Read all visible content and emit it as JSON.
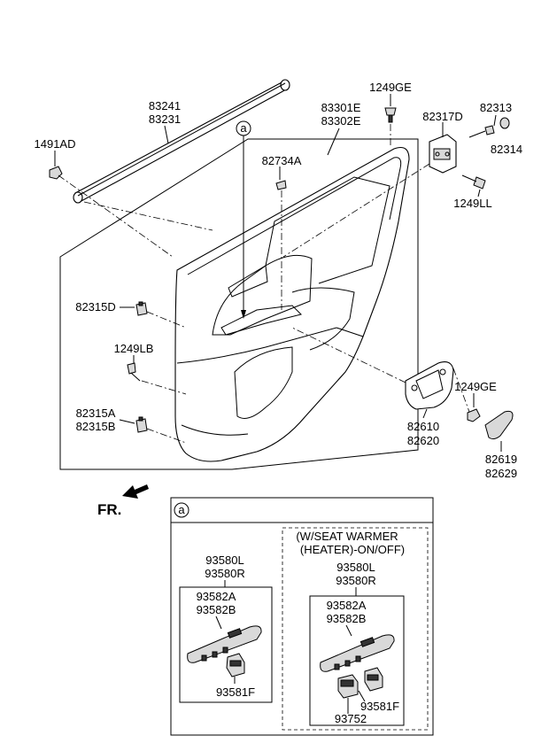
{
  "labels": {
    "l_83241": "83241",
    "l_83231": "83231",
    "l_1491ad": "1491AD",
    "l_1249ge_top": "1249GE",
    "l_83301e": "83301E",
    "l_83302e": "83302E",
    "l_82317d": "82317D",
    "l_82313": "82313",
    "l_82314": "82314",
    "l_82734a": "82734A",
    "l_1249ll": "1249LL",
    "l_82315d": "82315D",
    "l_1249lb": "1249LB",
    "l_82315a": "82315A",
    "l_82315b": "82315B",
    "l_1249ge_mid": "1249GE",
    "l_82610": "82610",
    "l_82620": "82620",
    "l_82619": "82619",
    "l_82629": "82629",
    "fr": "FR.",
    "callout_a": "a",
    "callout_a_box": "a"
  },
  "detail": {
    "left": {
      "assy_1": "93580L",
      "assy_2": "93580R",
      "sub_1": "93582A",
      "sub_2": "93582B",
      "switch": "93581F"
    },
    "right": {
      "note_1": "(W/SEAT WARMER",
      "note_2": "(HEATER)-ON/OFF)",
      "assy_1": "93580L",
      "assy_2": "93580R",
      "sub_1": "93582A",
      "sub_2": "93582B",
      "switch": "93581F",
      "warmer_switch": "93752"
    }
  }
}
